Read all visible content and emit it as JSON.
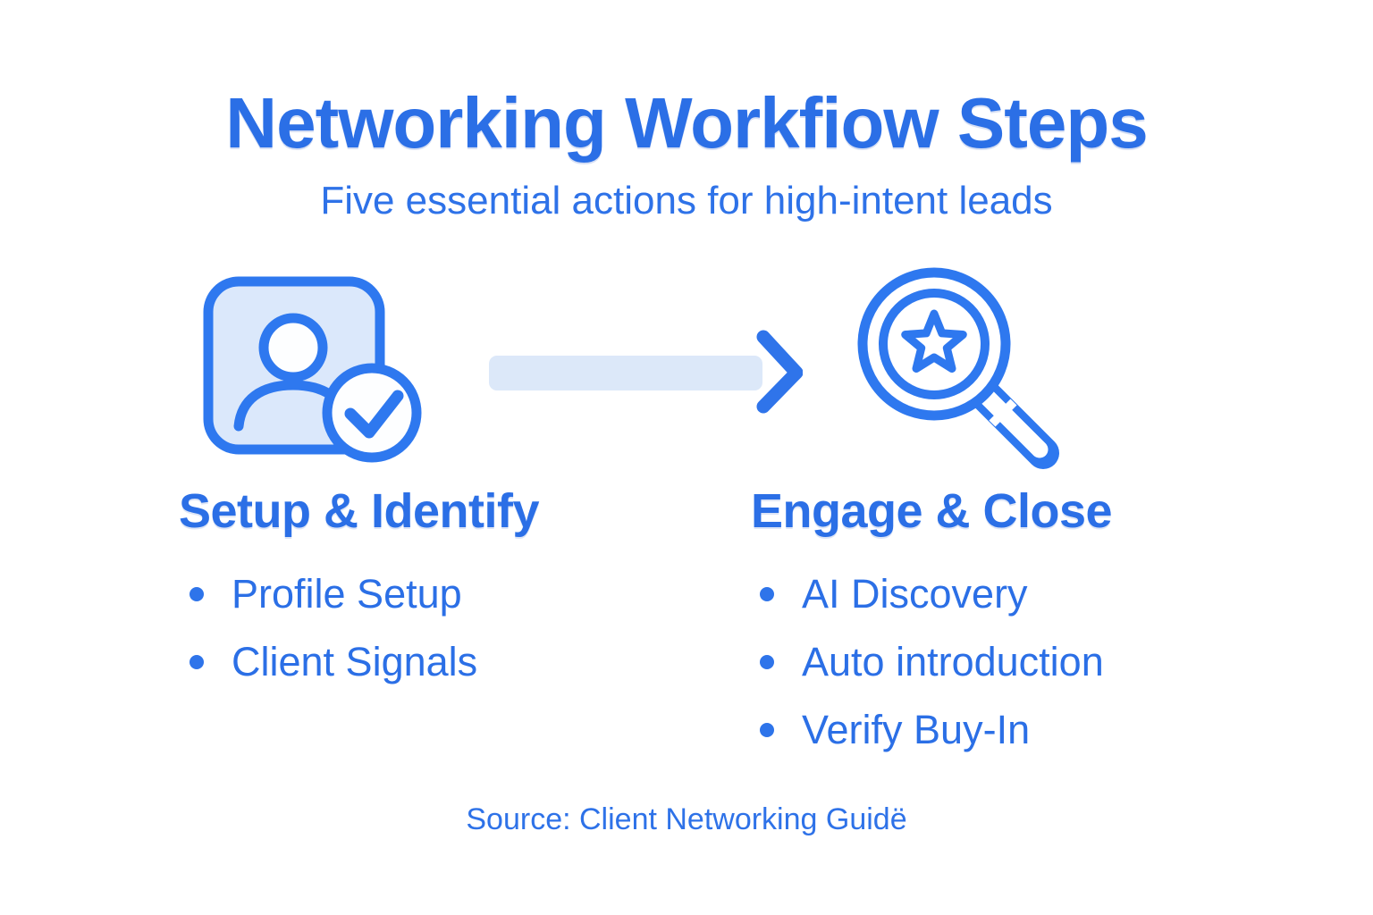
{
  "header": {
    "title": "Networking Workfiow Steps",
    "subtitle": "Five essential actions for high-intent leads"
  },
  "columns": [
    {
      "icon": "profile-verified-icon",
      "heading": "Setup & Identify",
      "items": [
        "Profile Setup",
        "Client Signals"
      ]
    },
    {
      "icon": "magnifier-star-icon",
      "heading": "Engage & Close",
      "items": [
        "AI Discovery",
        "Auto introduction",
        "Verify Buy-In"
      ]
    }
  ],
  "connector": {
    "icon": "arrow-right-icon",
    "direction": "right"
  },
  "footer": {
    "source": "Source: Client Networking Guidë"
  },
  "colors": {
    "accent_text": "#2b6fe6",
    "icon_stroke": "#2e78ef",
    "icon_light_fill": "#dbe8fb",
    "arrow_bar_fill": "#dce8f9",
    "background": "#ffffff"
  }
}
